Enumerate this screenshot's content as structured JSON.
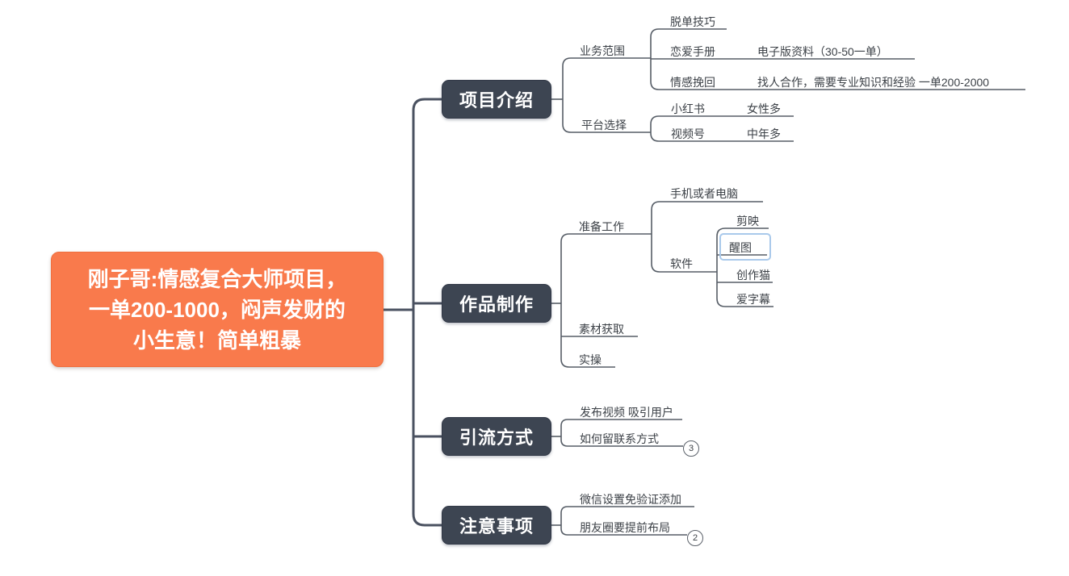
{
  "root": {
    "title": "刚子哥:情感复合大师项目，\n一单200-1000，闷声发财的\n小生意！简单粗暴"
  },
  "colors": {
    "root_bg": "#f97a4c",
    "topic_bg": "#3d4552",
    "line": "#4d5560",
    "selection_border": "#a9c9eb",
    "label_text": "#3c4147"
  },
  "branches": [
    {
      "topic": "项目介绍",
      "children": [
        {
          "label": "业务范围",
          "children": [
            {
              "label": "脱单技巧"
            },
            {
              "label": "恋爱手册",
              "note": "电子版资料（30-50一单）"
            },
            {
              "label": "情感挽回",
              "note": "找人合作，需要专业知识和经验 一单200-2000"
            }
          ]
        },
        {
          "label": "平台选择",
          "children": [
            {
              "label": "小红书",
              "note": "女性多"
            },
            {
              "label": "视频号",
              "note": "中年多"
            }
          ]
        }
      ]
    },
    {
      "topic": "作品制作",
      "children": [
        {
          "label": "准备工作",
          "children": [
            {
              "label": "手机或者电脑"
            },
            {
              "label": "软件",
              "children": [
                {
                  "label": "剪映"
                },
                {
                  "label": "醒图",
                  "selected": true
                },
                {
                  "label": "创作猫"
                },
                {
                  "label": "爱字幕"
                }
              ]
            }
          ]
        },
        {
          "label": "素材获取"
        },
        {
          "label": "实操"
        }
      ]
    },
    {
      "topic": "引流方式",
      "children": [
        {
          "label": "发布视频 吸引用户"
        },
        {
          "label": "如何留联系方式",
          "collapsed_count": "3"
        }
      ]
    },
    {
      "topic": "注意事项",
      "children": [
        {
          "label": "微信设置免验证添加"
        },
        {
          "label": "朋友圈要提前布局",
          "collapsed_count": "2"
        }
      ]
    }
  ]
}
